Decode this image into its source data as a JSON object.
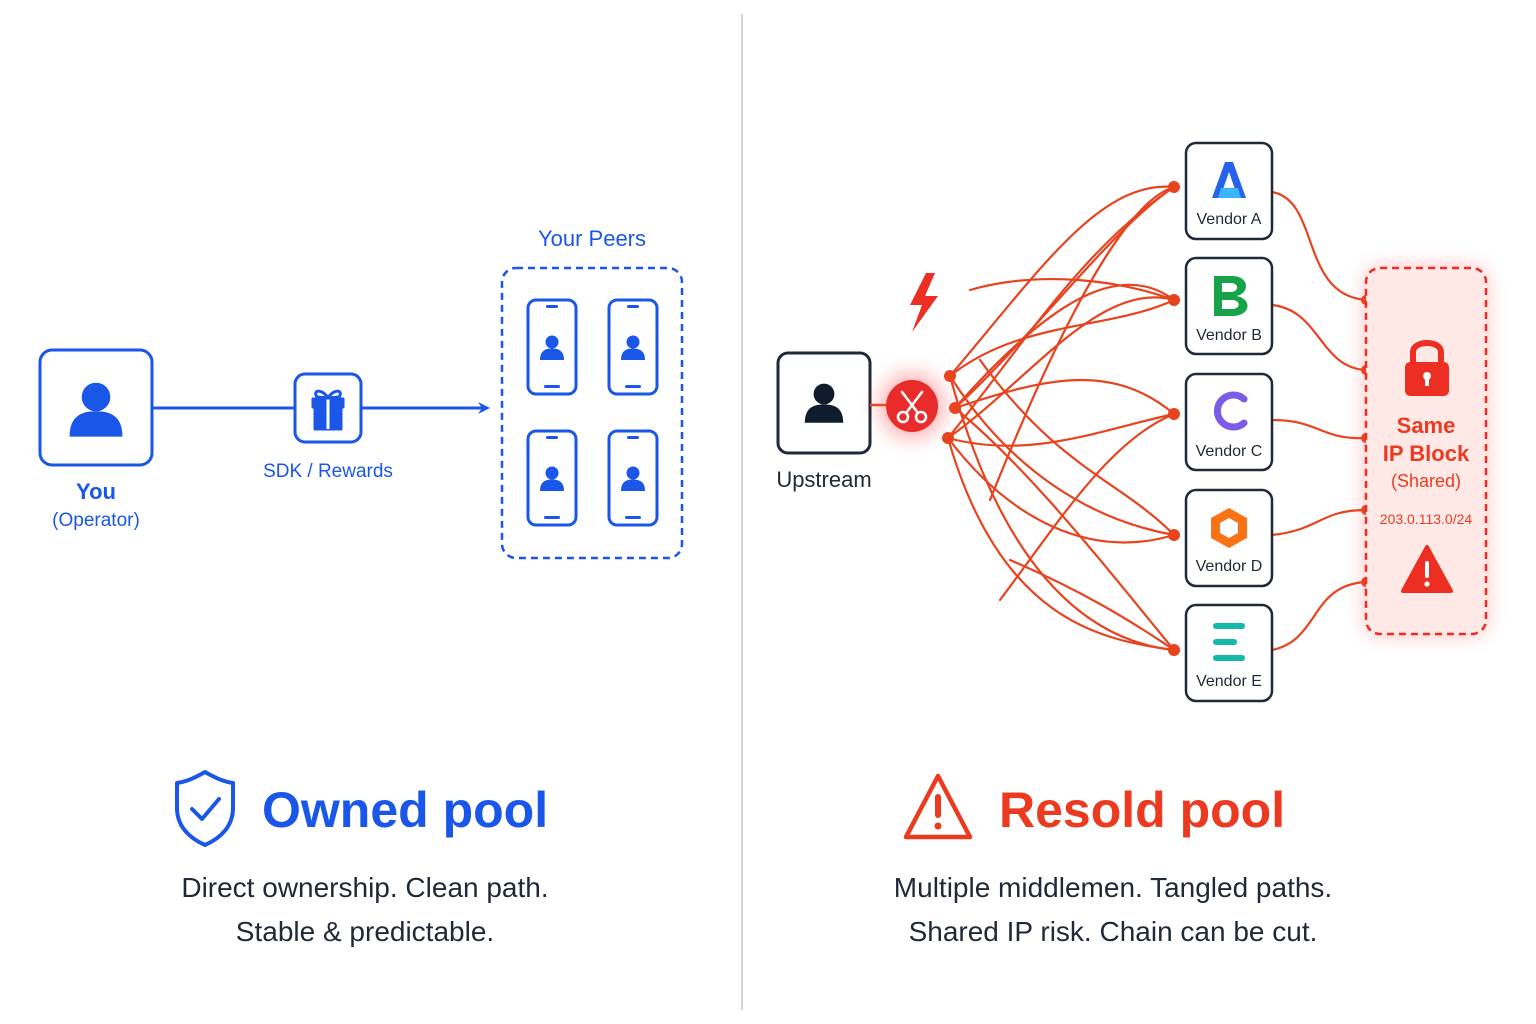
{
  "colors": {
    "owned_accent": "#1a57e8",
    "resold_accent": "#ec3a20",
    "text_dark": "#1f2937",
    "vendor_a": "#2563eb",
    "vendor_b": "#16a34a",
    "vendor_c": "#7c5ce6",
    "vendor_d": "#f97316",
    "vendor_e": "#14b8a6"
  },
  "owned": {
    "operator": {
      "label": "You",
      "sublabel": "(Operator)",
      "icon": "person-icon"
    },
    "link": {
      "label": "SDK / Rewards",
      "icon": "gift-icon"
    },
    "peers": {
      "title": "Your Peers",
      "icon": "phone-person-icon",
      "count": 4
    },
    "heading": "Owned pool",
    "heading_icon": "shield-check-icon",
    "caption_line1": "Direct ownership. Clean path.",
    "caption_line2": "Stable & predictable."
  },
  "resold": {
    "upstream": {
      "label": "Upstream",
      "icon": "person-icon"
    },
    "cut_icon": "scissors-icon",
    "alert_icon": "lightning-icon",
    "vendors": [
      {
        "letter": "A",
        "label": "Vendor A",
        "icon": "letter-a-logo"
      },
      {
        "letter": "B",
        "label": "Vendor B",
        "icon": "letter-b-logo"
      },
      {
        "letter": "C",
        "label": "Vendor C",
        "icon": "letter-c-logo"
      },
      {
        "letter": "D",
        "label": "Vendor D",
        "icon": "hexagon-logo"
      },
      {
        "letter": "E",
        "label": "Vendor E",
        "icon": "three-bars-logo"
      }
    ],
    "ip_block": {
      "title_line1": "Same",
      "title_line2": "IP Block",
      "sublabel": "(Shared)",
      "cidr": "203.0.113.0/24",
      "lock_icon": "lock-icon",
      "warning_icon": "warning-icon"
    },
    "heading": "Resold pool",
    "heading_icon": "warning-triangle-icon",
    "caption_line1": "Multiple middlemen. Tangled paths.",
    "caption_line2": "Shared IP risk. Chain can be cut."
  }
}
